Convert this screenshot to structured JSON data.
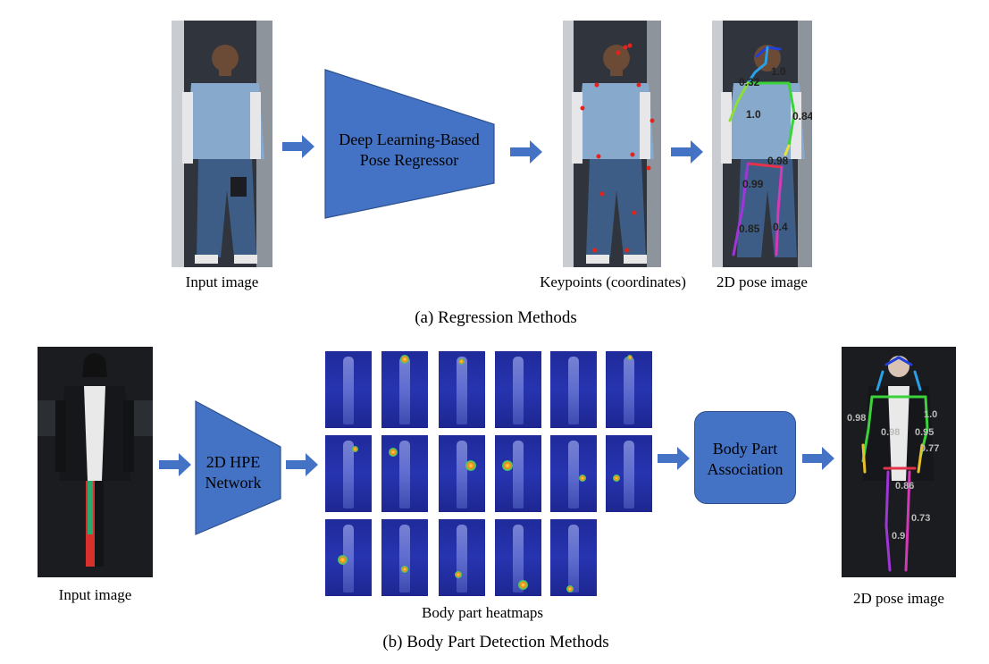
{
  "regression": {
    "input_label": "Input image",
    "regressor_label": "Deep Learning-Based Pose Regressor",
    "keypoints_label": "Keypoints (coordinates)",
    "pose_label": "2D pose image",
    "caption": "(a) Regression Methods",
    "pose_scores": [
      "0.32",
      "1.0",
      "1.0",
      "0.84",
      "0.98",
      "0.99",
      "0.85",
      "0.4"
    ]
  },
  "detection": {
    "input_label": "Input image",
    "network_label": "2D HPE Network",
    "heatmaps_label": "Body part heatmaps",
    "association_label": "Body Part Association",
    "pose_label": "2D pose image",
    "caption": "(b) Body Part Detection Methods",
    "pose_scores": [
      "0.98",
      "0.98",
      "1.0",
      "0.95",
      "0.77",
      "0.86",
      "0.73",
      "0.9"
    ]
  },
  "colors": {
    "accent_blue": "#4472c4",
    "heatmap_blue": "#2734b0"
  }
}
